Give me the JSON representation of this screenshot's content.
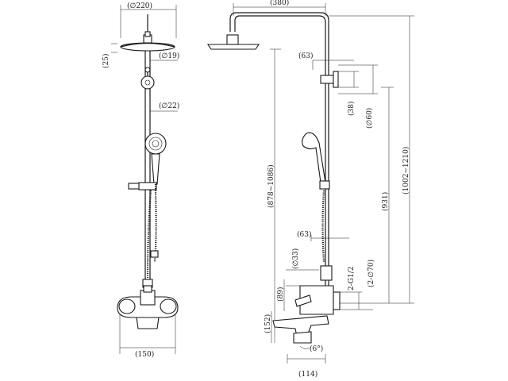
{
  "labels": {
    "head_dia": "(∅220)",
    "arm_len": "(380)",
    "pipe_dia_top": "(∅19)",
    "pipe_dia_bottom": "(∅22)",
    "top_small": "(25)",
    "bracket_offset": "(63)",
    "bracket_h": "(38)",
    "bracket_dia": "(∅60)",
    "height_878_1086": "(878~1086)",
    "height_931": "(931)",
    "height_1002_1210": "(1002~1210)",
    "lower_offset": "(63)",
    "inlet_dia": "(∅33)",
    "thread": "2-G1/2",
    "inlet_flange": "(2-∅70)",
    "mixer_89": "(89)",
    "mixer_152": "(152)",
    "spout_angle": "(6°)",
    "spout_len": "(114)",
    "mixer_width": "(150)"
  },
  "colors": {
    "line": "#1a1a1a",
    "background": "#ffffff"
  }
}
